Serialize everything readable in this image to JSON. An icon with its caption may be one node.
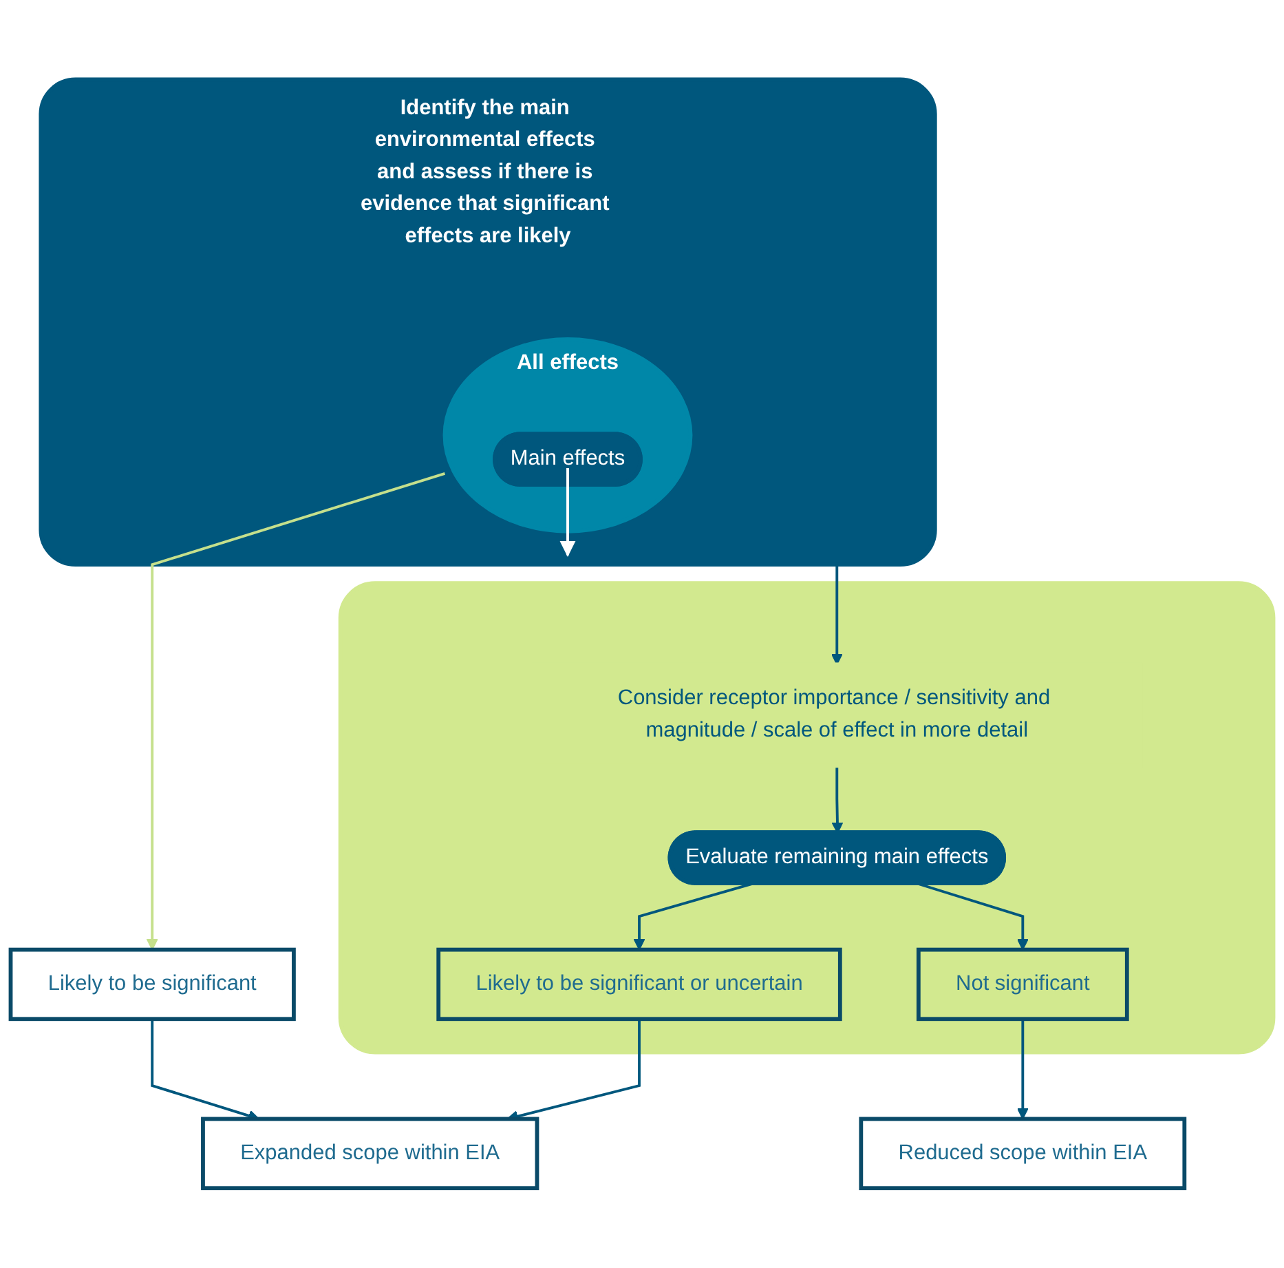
{
  "diagram": {
    "nodes": [
      {
        "text": [
          "Identify the main environmental effects and assess if there is evidence that significant effects are likely"
        ]
      },
      {
        "text": [
          "All effects"
        ],
        "in": 0
      },
      {
        "text": [
          "Main effects"
        ],
        "in": 1
      },
      {
        "text": [
          "Likely to be significant"
        ]
      },
      {
        "text": [],
        "shape": "box"
      },
      {
        "text": [
          "Consider receptor importance / sensitivity and magnitude / scale of effect in more detail"
        ],
        "in": 4
      },
      {
        "text": [
          "Evaluate remaining main effects"
        ],
        "in": 4
      },
      {
        "text": [
          "Likely to be significant or uncertain"
        ],
        "in": 4
      },
      {
        "text": [
          "Not significant"
        ],
        "in": 4
      },
      {
        "text": [
          "Expanded scope within EIA"
        ]
      },
      {
        "text": [
          "Reduced scope within EIA"
        ]
      }
    ],
    "edges": [
      {
        "from": 2,
        "to": null,
        "arrow": "to",
        "color": "#ffffff"
      },
      {
        "from": 1,
        "to": 3,
        "arrow": "to",
        "color": "#c5e08c"
      },
      {
        "from": 0,
        "to": 5,
        "arrow": "to"
      },
      {
        "from": 5,
        "to": 6,
        "arrow": "to"
      },
      {
        "from": 6,
        "to": 7,
        "arrow": "to"
      },
      {
        "from": 6,
        "to": 8,
        "arrow": "to"
      },
      {
        "from": 3,
        "to": 9,
        "arrow": "to"
      },
      {
        "from": 7,
        "to": 9,
        "arrow": "to"
      },
      {
        "from": 8,
        "to": 10,
        "arrow": "to"
      }
    ]
  }
}
